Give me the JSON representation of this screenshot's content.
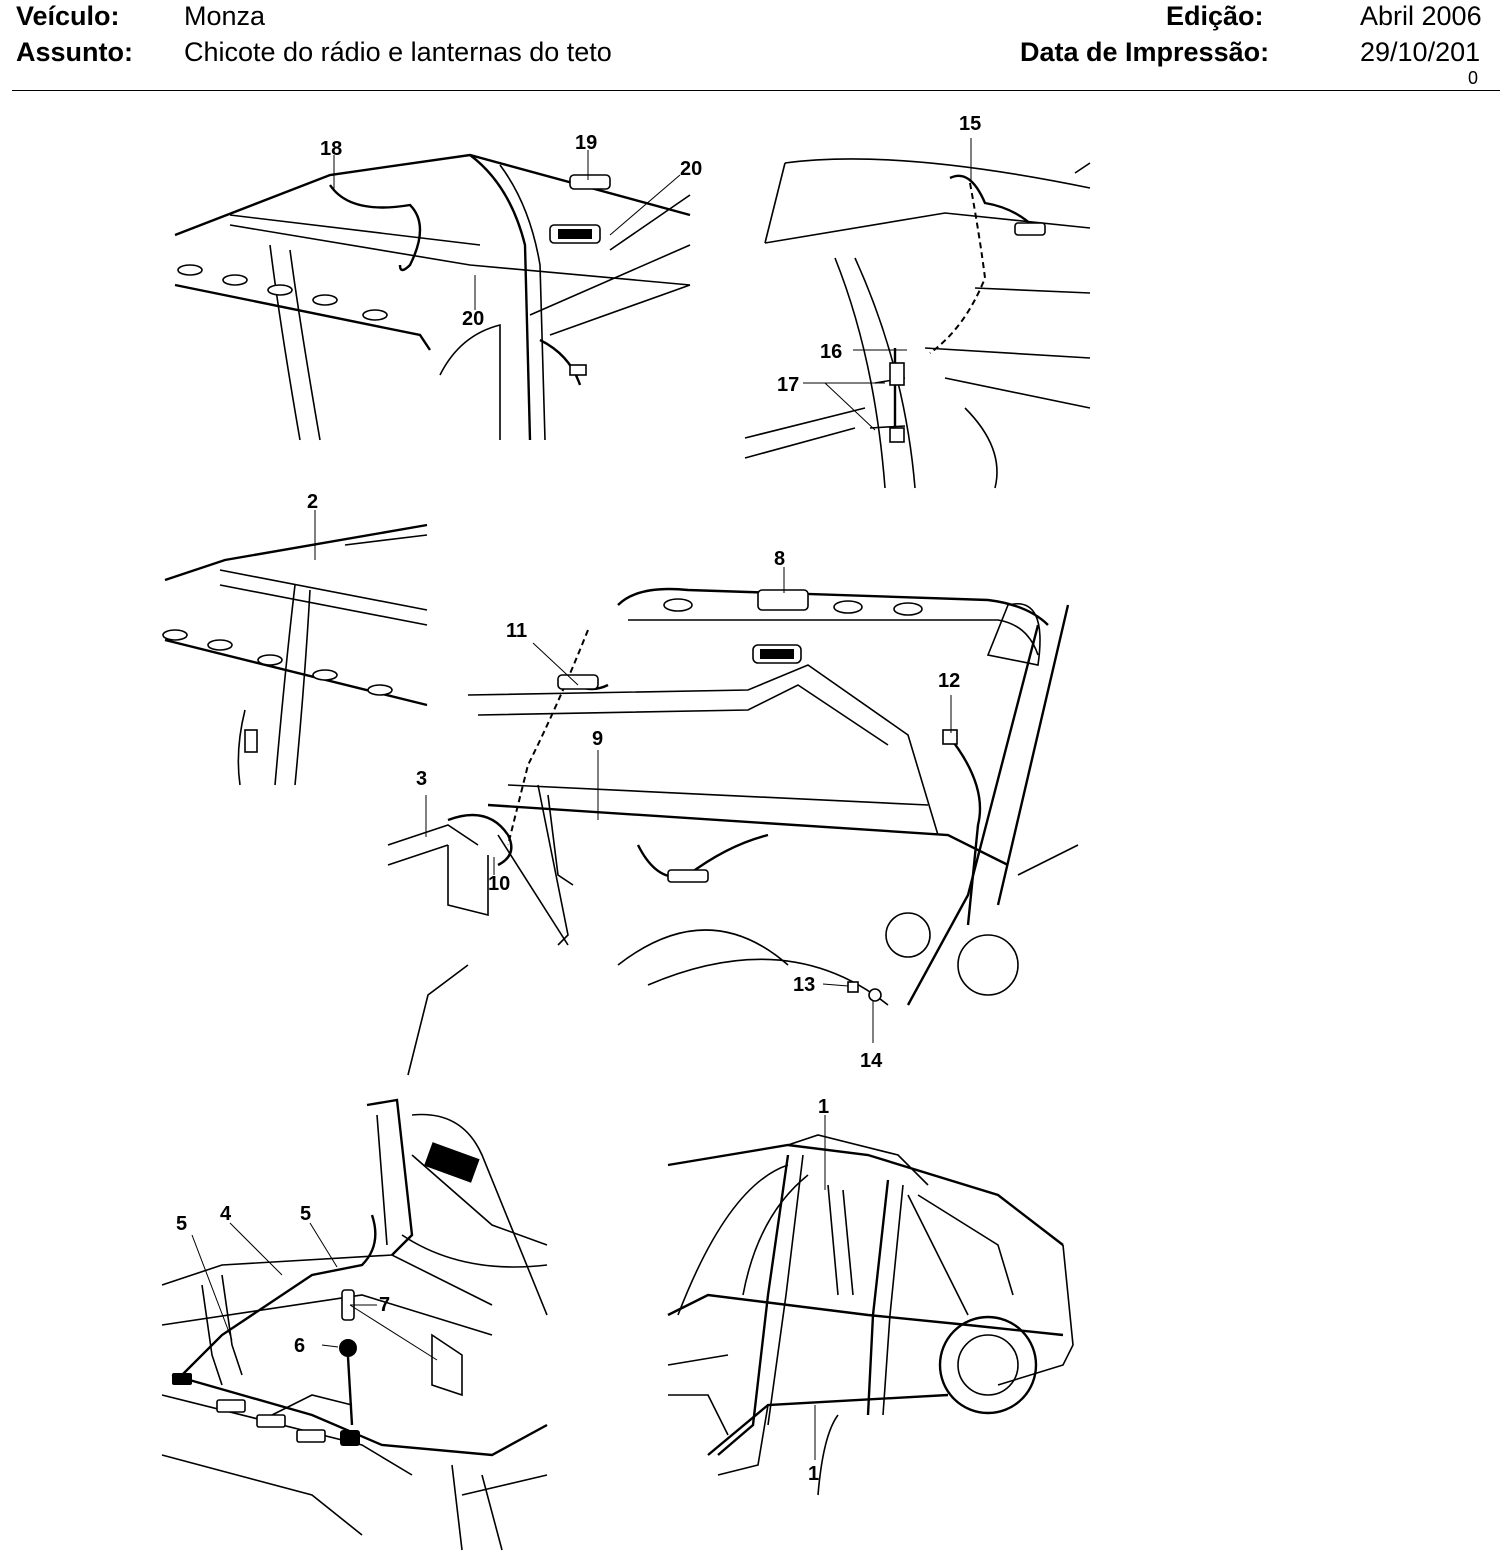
{
  "header": {
    "vehicle_label": "Veículo:",
    "vehicle_value": "Monza",
    "subject_label": "Assunto:",
    "subject_value": "Chicote do rádio e lanternas do teto",
    "edition_label": "Edição:",
    "edition_value": "Abril 2006",
    "print_date_label": "Data de Impressão:",
    "print_date_value": "29/10/201",
    "print_date_overflow": "0"
  },
  "callouts": {
    "c1a": "1",
    "c1b": "1",
    "c2": "2",
    "c3": "3",
    "c4": "4",
    "c5a": "5",
    "c5b": "5",
    "c6": "6",
    "c7": "7",
    "c8": "8",
    "c9": "9",
    "c10": "10",
    "c11": "11",
    "c12": "12",
    "c13": "13",
    "c14": "14",
    "c15": "15",
    "c16": "16",
    "c17": "17",
    "c18": "18",
    "c19": "19",
    "c20a": "20",
    "c20b": "20"
  }
}
